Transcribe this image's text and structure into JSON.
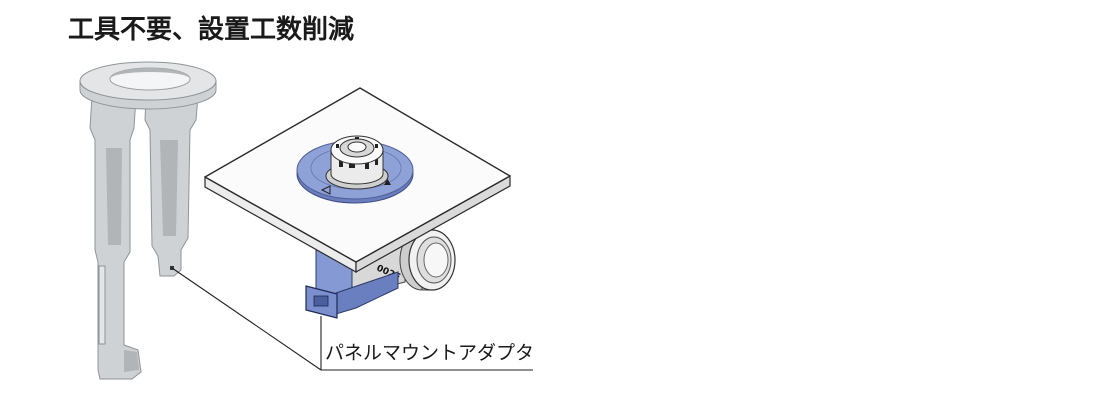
{
  "title": "工具不要、設置工数削減",
  "callout": {
    "label": "パネルマウントアダプタ"
  },
  "device": {
    "marking": "002F"
  },
  "colors": {
    "background": "#ffffff",
    "text": "#1a1a1a",
    "adapter_grey": "#cfd2d4",
    "flange_blue": "#8fa2d8",
    "body_blue": "#8599d4",
    "panel_white": "#fbfbfb",
    "leader_line": "#222222"
  }
}
